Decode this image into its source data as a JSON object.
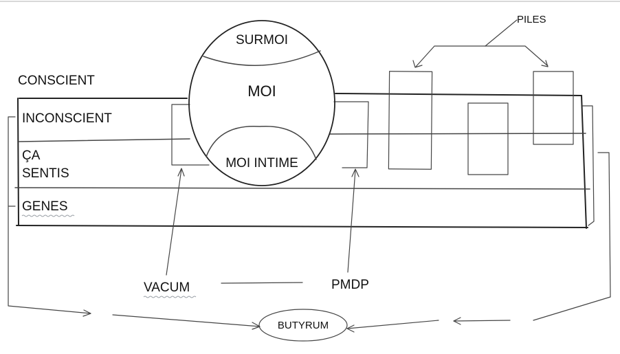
{
  "labels": {
    "surmoi": "SURMOI",
    "moi": "MOI",
    "moi_intime": "MOI INTIME",
    "conscient": "CONSCIENT",
    "inconscient": "INCONSCIENT",
    "ca": "ÇA",
    "sentis": "SENTIS",
    "genes": "GENES",
    "piles": "PILES",
    "vacum": "VACUM",
    "pmdp": "PMDP",
    "butyrum": "BUTYRUM"
  },
  "colors": {
    "line": "#444444",
    "text": "#111111",
    "background": "#ffffff"
  }
}
